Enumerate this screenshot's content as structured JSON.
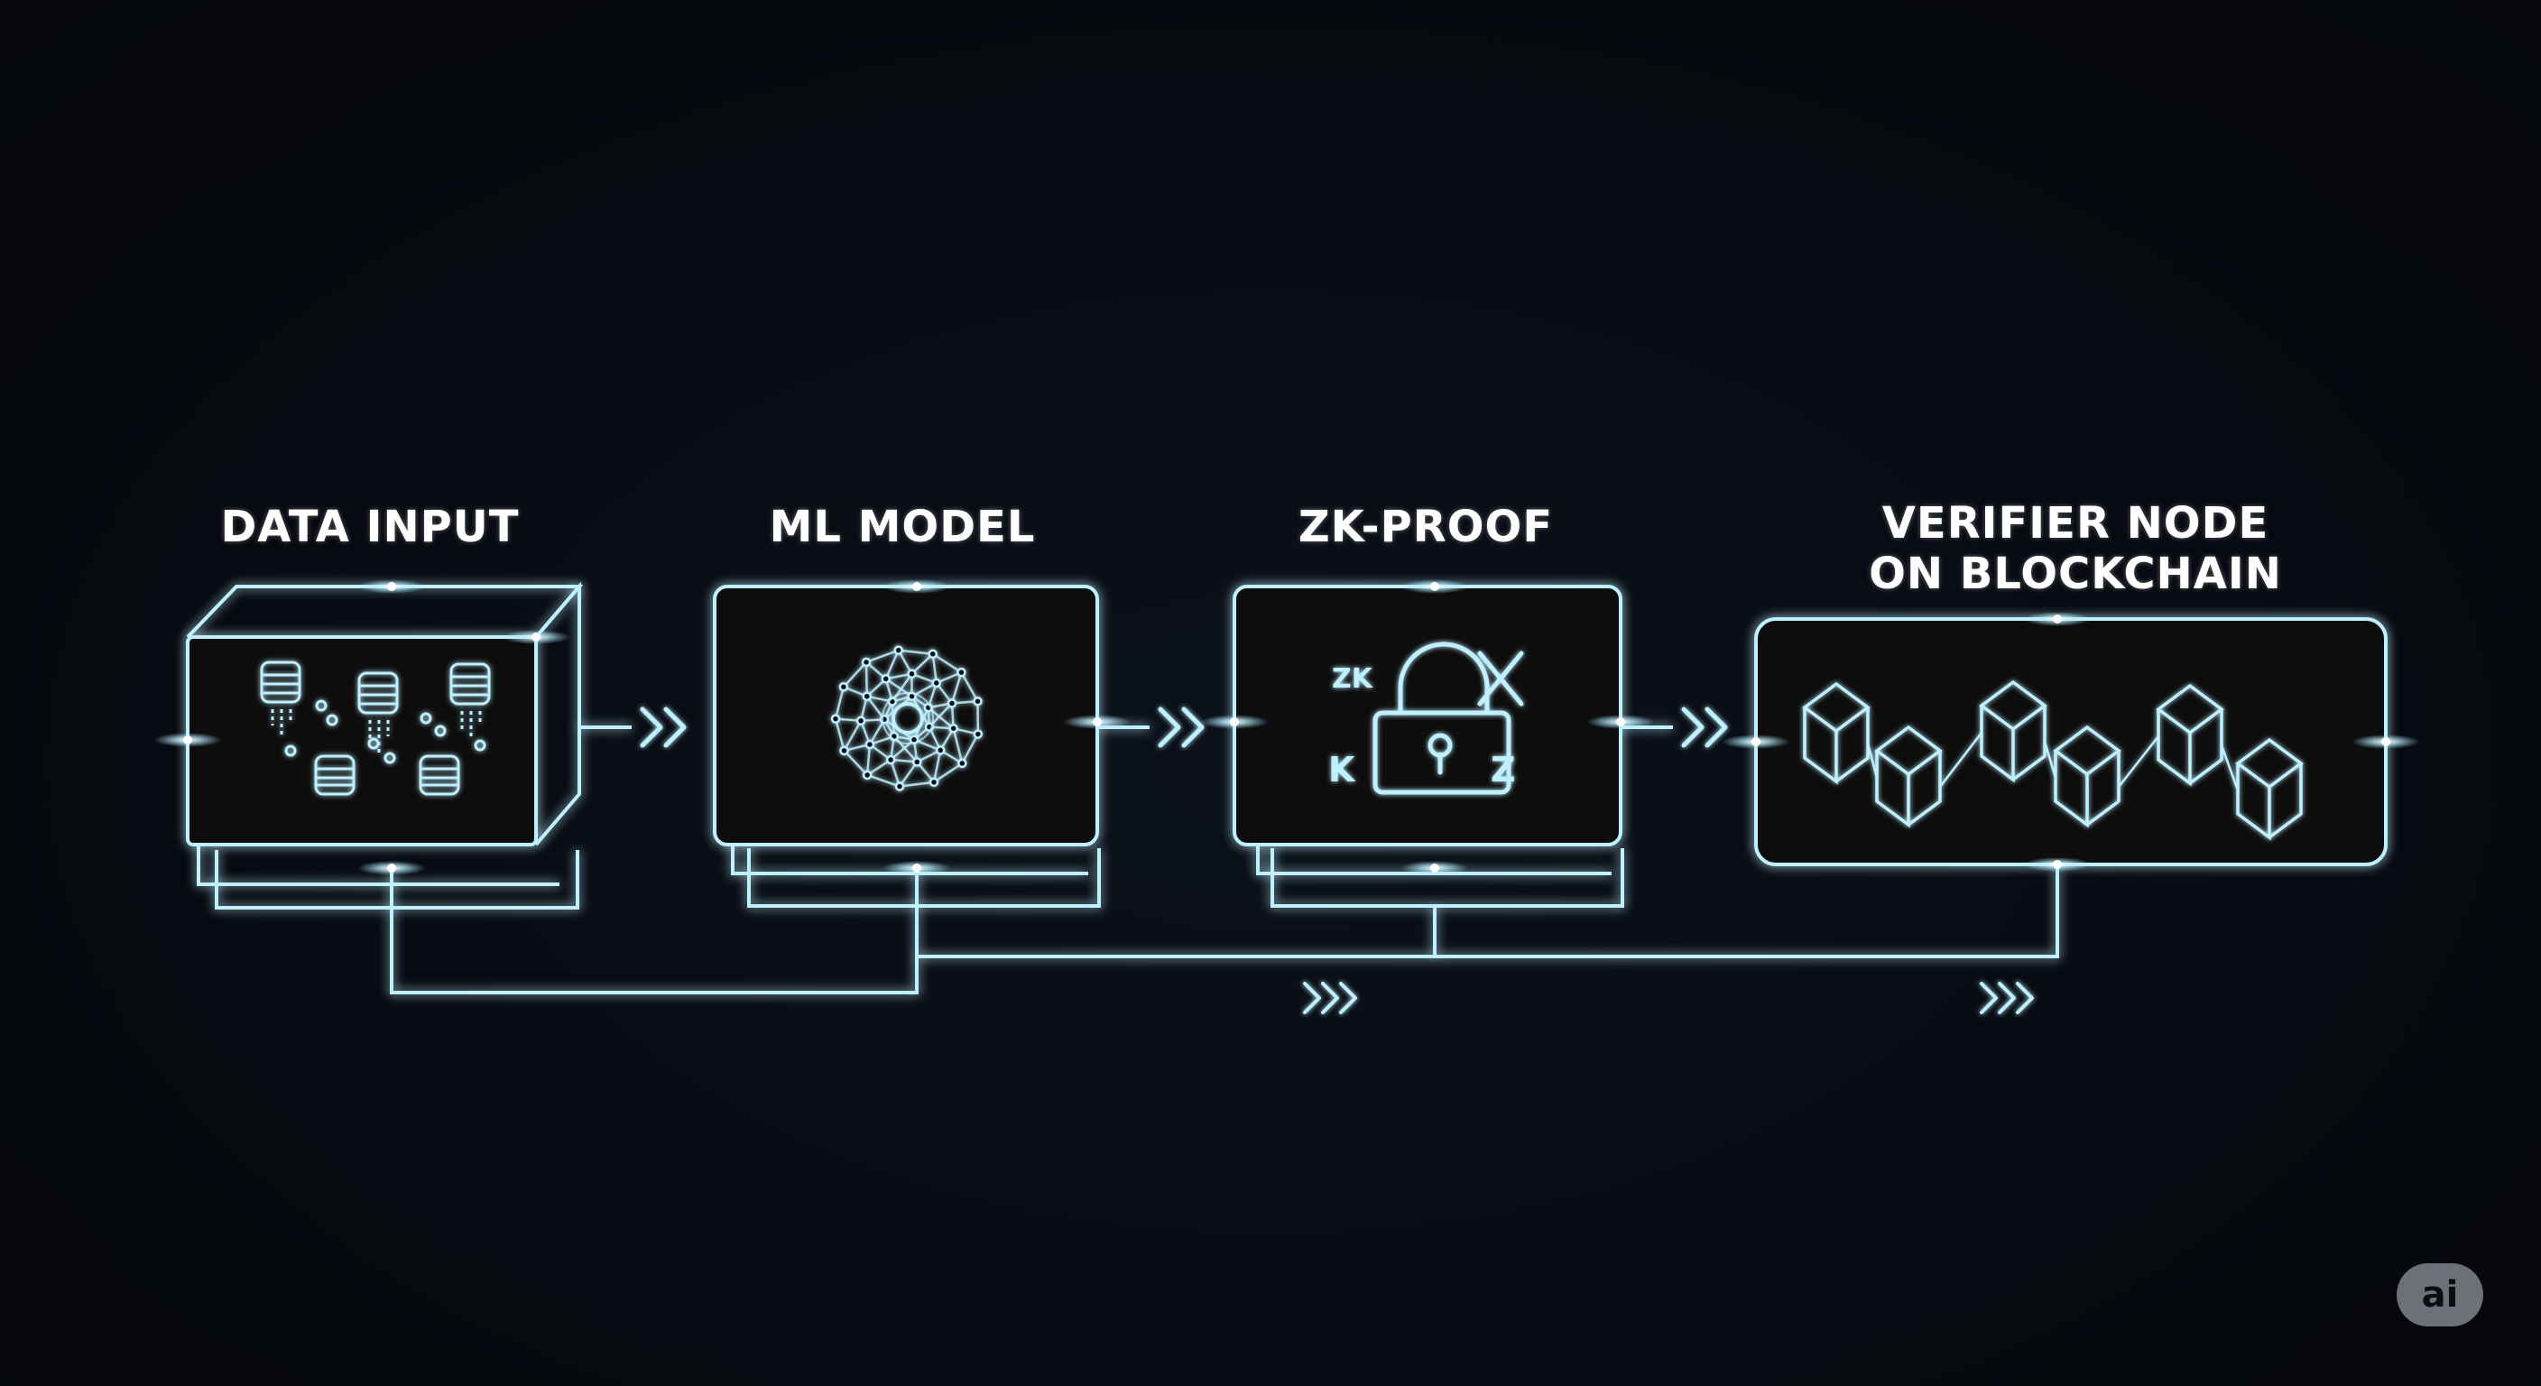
{
  "stages": [
    {
      "id": "data-input",
      "title": "DATA INPUT"
    },
    {
      "id": "ml-model",
      "title": "ML MODEL"
    },
    {
      "id": "zk-proof",
      "title": "ZK-PROOF"
    },
    {
      "id": "verifier-node",
      "title_line1": "VERIFIER NODE",
      "title_line2": "ON BLOCKCHAIN"
    }
  ],
  "zk_glyphs": {
    "top_left": "ZK",
    "bottom_left": "K",
    "bottom_right": "Z"
  },
  "badge": {
    "label": "ai"
  },
  "colors": {
    "background": "#05070b",
    "glow": "#9fe6ff",
    "line": "#bff0ff",
    "title_text": "#ffffff",
    "badge": "#6c7178"
  },
  "icons": [
    "database-icon",
    "neural-network-icon",
    "padlock-icon",
    "blockchain-cube-icon",
    "chevron-arrow-icon"
  ]
}
